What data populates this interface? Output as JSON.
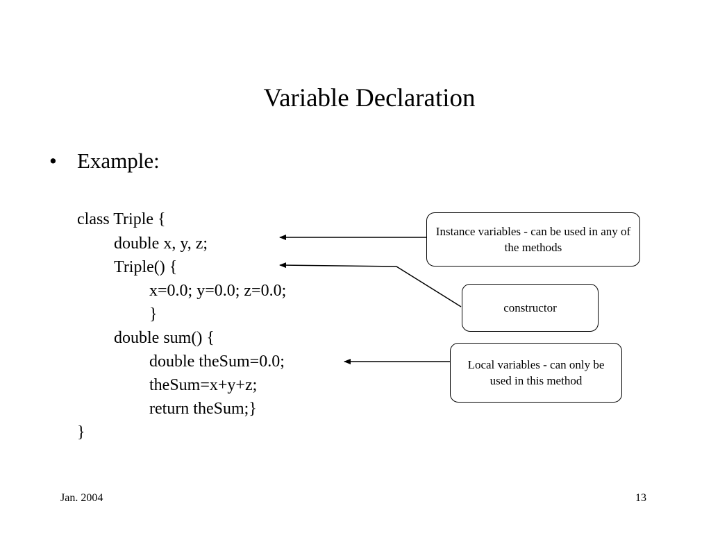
{
  "slide": {
    "title": "Variable Declaration",
    "bullet_marker": "•",
    "bullet_text": "Example:"
  },
  "code": {
    "lines": [
      "class Triple {",
      "double x, y, z;",
      "Triple() {",
      "x=0.0; y=0.0; z=0.0;",
      "}",
      "double sum() {",
      "double theSum=0.0;",
      "theSum=x+y+z;",
      "return theSum;}",
      "}"
    ]
  },
  "callouts": {
    "instance": "Instance variables - can be used in any of the methods",
    "constructor": "constructor",
    "local": "Local variables -  can only be used in this method"
  },
  "footer": {
    "date": "Jan. 2004",
    "page_number": "13"
  }
}
